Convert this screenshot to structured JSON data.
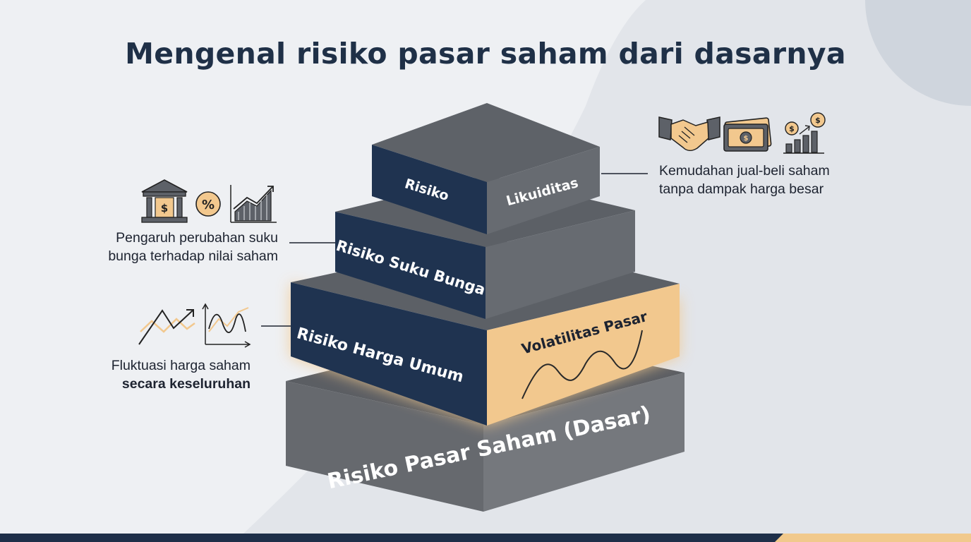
{
  "title": "Mengenal risiko pasar saham dari dasarnya",
  "layers": {
    "top": {
      "left_label": "Risiko",
      "right_label": "Likuiditas"
    },
    "second": {
      "label": "Risiko Suku Bunga"
    },
    "third": {
      "label": "Risiko Harga Umum",
      "sub_label": "Volatilitas Pasar"
    },
    "base": {
      "label": "Risiko Pasar Saham (Dasar)"
    }
  },
  "descriptions": {
    "liquidity": {
      "line1": "Kemudahan jual-beli saham",
      "line2": "tanpa dampak harga besar"
    },
    "interest": {
      "line1": "Pengaruh perubahan suku",
      "line2": "bunga terhadap nilai saham"
    },
    "price": {
      "line1": "Fluktuasi harga saham",
      "line2": "secara keseluruhan"
    }
  },
  "icons": {
    "liquidity": [
      "handshake-icon",
      "cash-icon",
      "money-growth-icon"
    ],
    "interest": [
      "bank-icon",
      "percent-icon",
      "bar-chart-growth-icon"
    ],
    "price": [
      "zigzag-trend-icon",
      "line-chart-icon"
    ]
  },
  "colors": {
    "navy": "#1f3350",
    "gray": "#676b71",
    "highlight": "#f2c88e",
    "background": "#eef0f3"
  }
}
